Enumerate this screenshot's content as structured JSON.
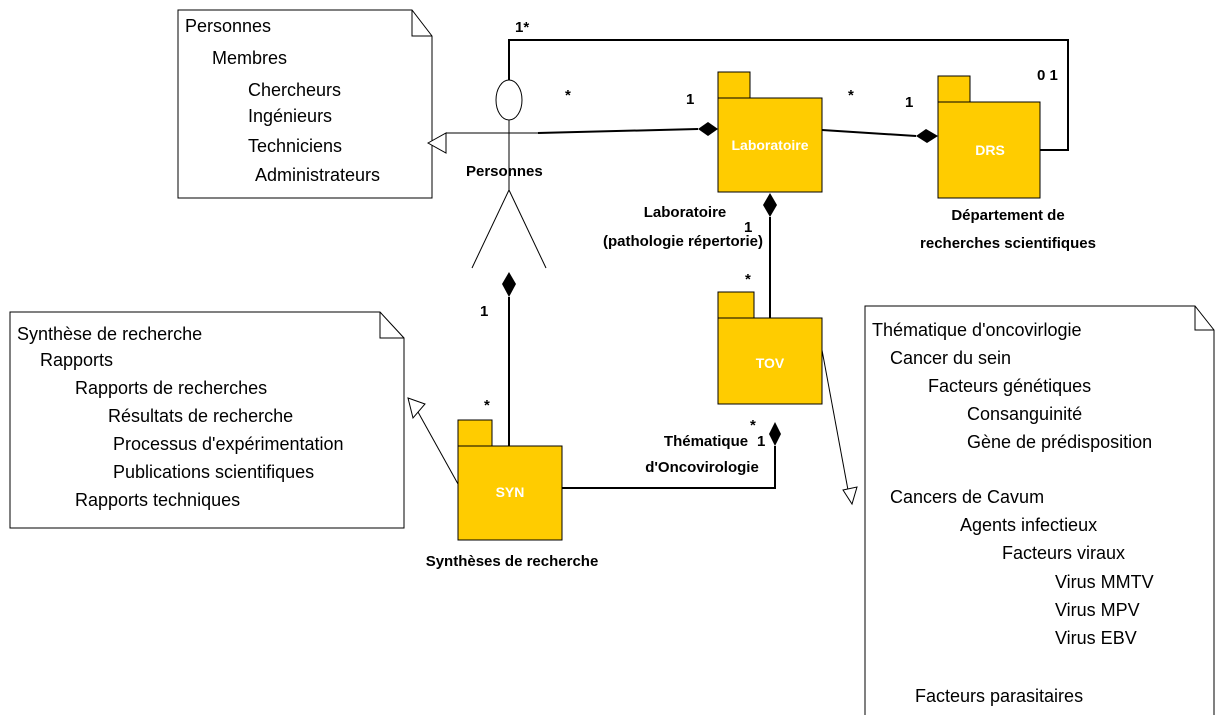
{
  "colors": {
    "package_fill": "#FFCC00",
    "stroke": "#000000",
    "background": "#FFFFFF",
    "package_label": "#FFFFFF"
  },
  "packages": {
    "laboratoire": {
      "name": "Laboratoire",
      "caption_1": "Laboratoire",
      "caption_2": "(pathologie répertorie)"
    },
    "drs": {
      "name": "DRS",
      "caption_1": "Département de",
      "caption_2": "recherches scientifiques"
    },
    "tov": {
      "name": "TOV",
      "caption_1": "Thématique",
      "caption_2": "d'Oncovirologie"
    },
    "syn": {
      "name": "SYN",
      "caption_1": "Synthèses de recherche"
    }
  },
  "actor": {
    "name": "Personnes"
  },
  "notes": {
    "personnes": [
      "Personnes",
      "Membres",
      "Chercheurs",
      "Ingénieurs",
      "Techniciens",
      "Administrateurs"
    ],
    "synthese": [
      "Synthèse de recherche",
      "Rapports",
      "Rapports de recherches",
      "Résultats de recherche",
      "Processus d'expérimentation",
      "Publications scientifiques",
      "Rapports techniques"
    ],
    "thematique": [
      "Thématique d'oncovirlogie",
      "Cancer du sein",
      "Facteurs génétiques",
      "Consanguinité",
      "Gène de prédisposition",
      "Cancers de Cavum",
      "Agents infectieux",
      "Facteurs viraux",
      "Virus MMTV",
      "Virus MPV",
      "Virus EBV",
      "Facteurs parasitaires"
    ]
  },
  "multiplicities": {
    "self_drs": "1*",
    "self_drs_end": "0 1",
    "pers_lab_star": "*",
    "pers_lab_one": "1",
    "lab_drs_star": "*",
    "lab_drs_one": "1",
    "lab_tov_one": "1",
    "lab_tov_star": "*",
    "pers_syn_one": "1",
    "syn_star": "*",
    "tov_syn_star": "*",
    "tov_syn_one": "1"
  }
}
